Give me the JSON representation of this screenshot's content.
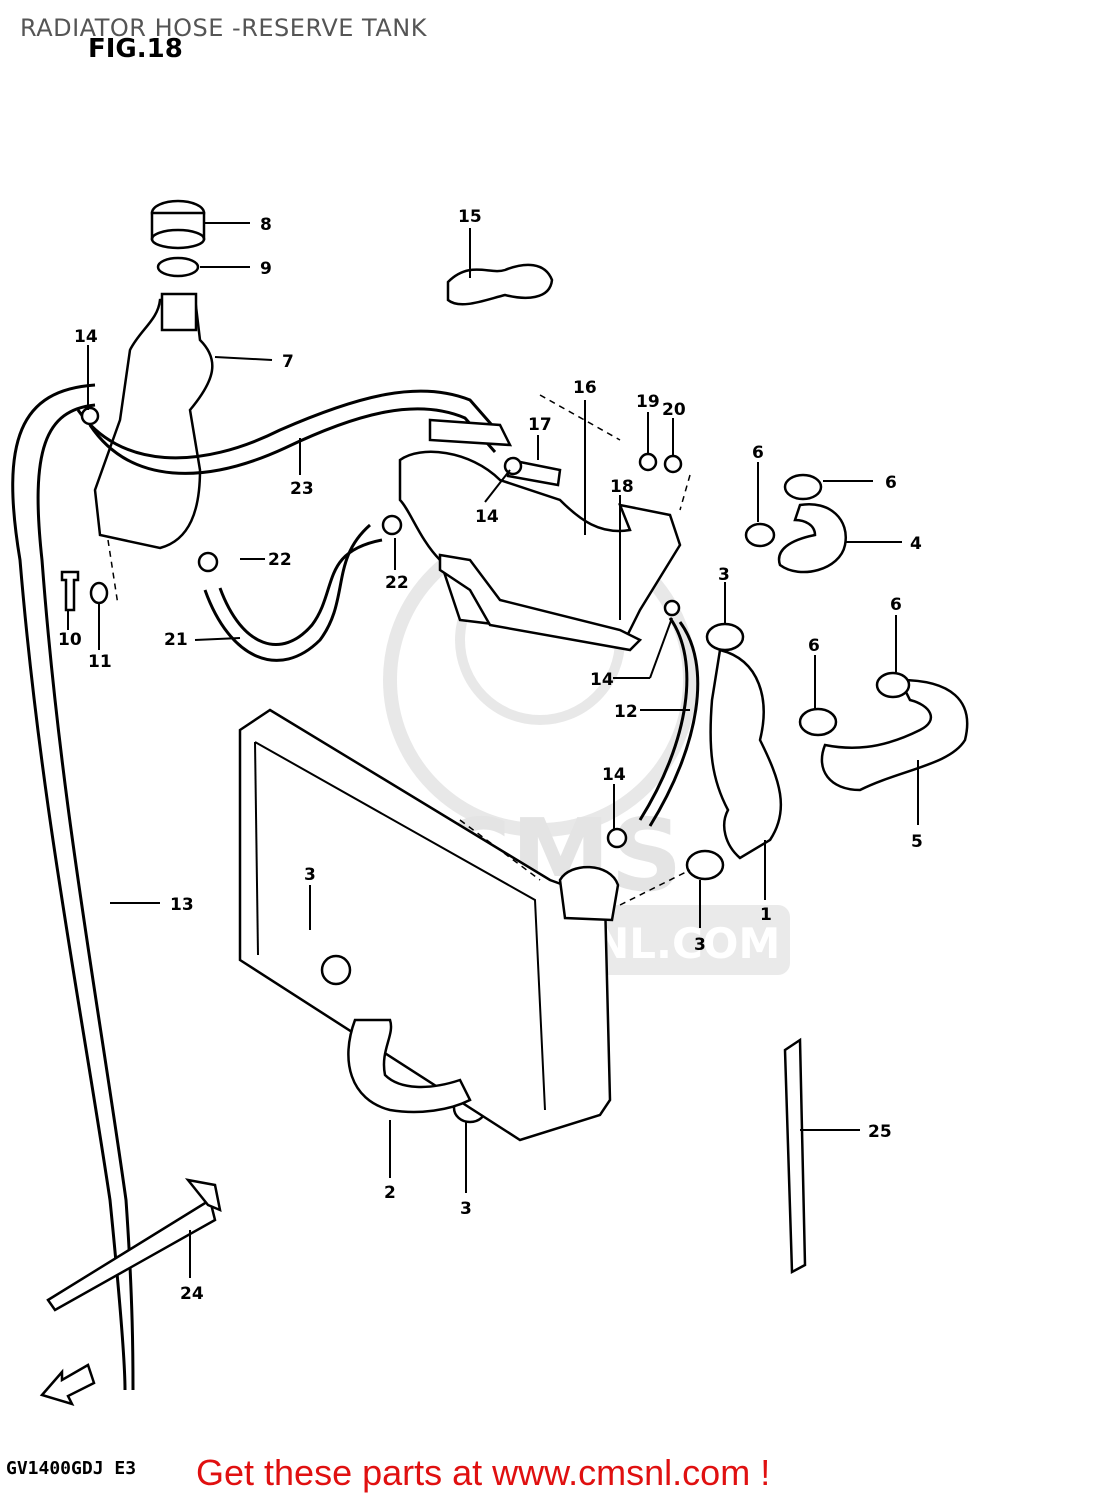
{
  "header": {
    "title": "RADIATOR HOSE -RESERVE TANK",
    "figure": "FIG.18"
  },
  "footer": {
    "model_code": "GV1400GDJ E3",
    "cta": "Get these parts at www.cmsnl.com !"
  },
  "watermark": {
    "logo_text": "CMS",
    "url_text": "WWW.CMSNL.COM"
  },
  "callouts": [
    "1",
    "2",
    "3",
    "3",
    "3",
    "3",
    "4",
    "5",
    "6",
    "6",
    "6",
    "6",
    "7",
    "8",
    "9",
    "10",
    "11",
    "12",
    "13",
    "14",
    "14",
    "14",
    "14",
    "15",
    "16",
    "17",
    "18",
    "19",
    "20",
    "21",
    "22",
    "22",
    "23",
    "24",
    "25"
  ]
}
